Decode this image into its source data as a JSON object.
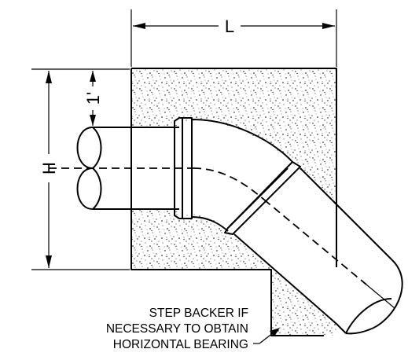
{
  "dimensions": {
    "length_label": "L",
    "height_label": "H",
    "offset_label": "1'"
  },
  "note": {
    "line1": "STEP BACKER IF",
    "line2": "NECESSARY TO OBTAIN",
    "line3": "HORIZONTAL BEARING"
  },
  "colors": {
    "line": "#000000",
    "background": "#ffffff",
    "concrete_stipple": "#000000"
  }
}
